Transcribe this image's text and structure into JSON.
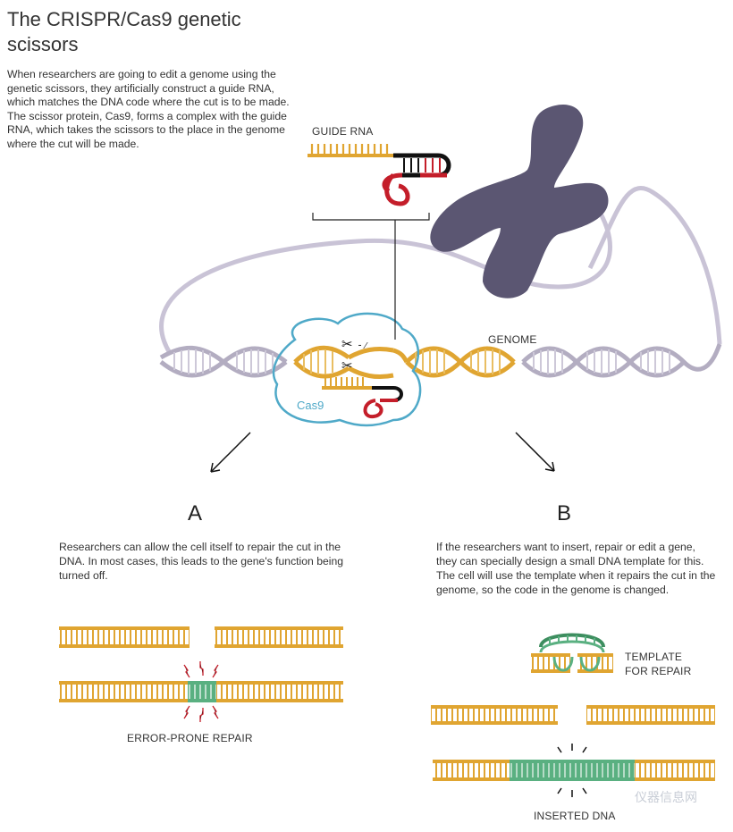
{
  "title": "The CRISPR/Cas9 genetic scissors",
  "intro": "When researchers are going to edit a genome using the genetic scissors, they artificially construct a guide RNA, which matches the DNA code where the cut is to be made. The scissor protein, Cas9, forms a complex with the guide RNA, which takes the scissors to the place in the genome where the cut will be made.",
  "labels": {
    "guide_rna": "GUIDE RNA",
    "genome": "GENOME",
    "cas9": "Cas9",
    "template_line1": "TEMPLATE",
    "template_line2": "FOR REPAIR",
    "error_prone": "ERROR-PRONE REPAIR",
    "inserted_dna": "INSERTED DNA"
  },
  "section_a": {
    "letter": "A",
    "text": "Researchers can allow the cell itself to repair the cut in the DNA. In most cases, this leads to the gene's function being turned off."
  },
  "section_b": {
    "letter": "B",
    "text": "If the researchers want to insert, repair or edit a gene, they can specially design a small DNA template for this. The cell will use the template when it repairs the cut in the genome, so the code in the genome is changed."
  },
  "watermark": "仪器信息网",
  "colors": {
    "dna_orange": "#e0a531",
    "dna_green": "#5ab081",
    "dna_gray": "#b3adc1",
    "rna_red": "#c41e2a",
    "chromosome": "#5b5672",
    "cas9_blue": "#4fa9c8"
  }
}
